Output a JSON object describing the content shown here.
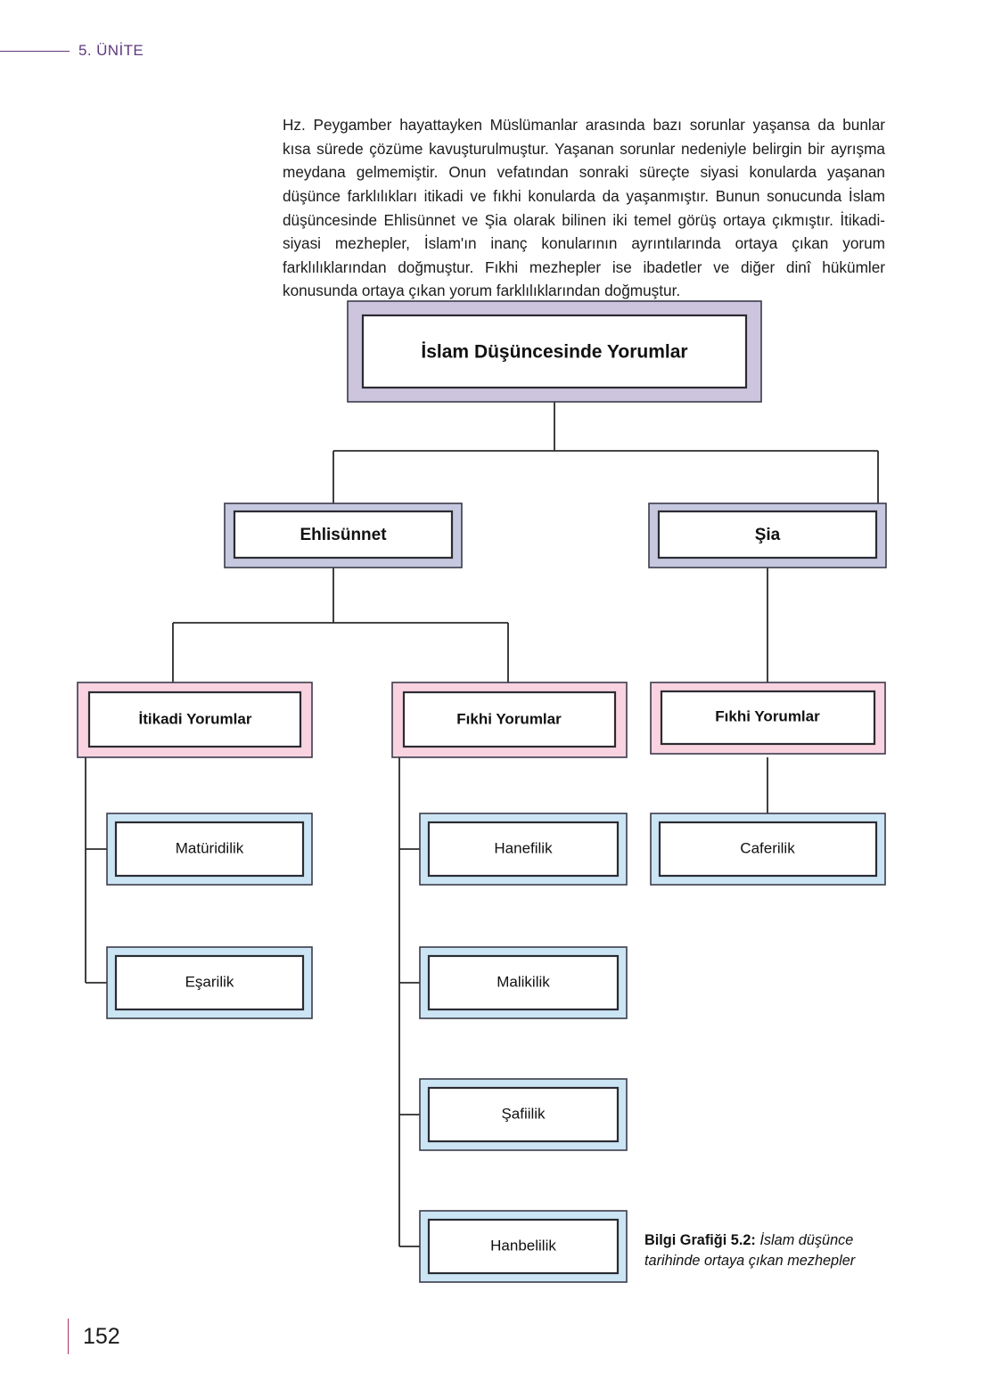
{
  "header": {
    "unit_label": "5. ÜNİTE",
    "rule_color": "#5f3a7e"
  },
  "body": {
    "paragraph": "Hz. Peygamber hayattayken Müslümanlar arasında bazı sorunlar yaşansa da bunlar kısa sürede çözüme kavuşturulmuştur. Yaşanan sorunlar nedeniyle belirgin bir ayrışma meydana gelmemiştir. Onun vefatından sonraki süreçte siyasi konularda yaşanan düşünce farklılıkları itikadi ve fıkhi konularda da yaşanmıştır. Bunun sonucunda İslam düşüncesinde Ehlisünnet ve Şia olarak bilinen iki temel görüş ortaya çıkmıştır. İtikadi-siyasi mezhepler, İslam'ın inanç konularının ayrıntılarında ortaya çıkan yorum farklılıklarından doğmuştur. Fıkhi mezhepler ise ibadetler ve diğer dinî hükümler konusunda ortaya çıkan yorum farklılıklarından doğmuştur."
  },
  "chart_data": {
    "type": "diagram",
    "title": "İslam Düşüncesinde Yorumlar",
    "orientation": "top-down tree",
    "colors": {
      "root_fill": "#cdc5de",
      "level2_fill": "#c5c8de",
      "level3_fill": "#f9d3e0",
      "leaf_fill": "#cbe5f4",
      "inner_fill": "#ffffff",
      "line": "#2b2b2b"
    },
    "nodes": {
      "root": {
        "label": "İslam Düşüncesinde Yorumlar",
        "level": 1
      },
      "level2": [
        {
          "label": "Ehlisünnet",
          "level": 2
        },
        {
          "label": "Şia",
          "level": 2
        }
      ],
      "level3": [
        {
          "label": "İtikadi Yorumlar",
          "level": 3,
          "parent": "Ehlisünnet"
        },
        {
          "label": "Fıkhi Yorumlar",
          "level": 3,
          "parent": "Ehlisünnet"
        },
        {
          "label": "Fıkhi Yorumlar",
          "level": 3,
          "parent": "Şia"
        }
      ],
      "leaves_itikadi": [
        {
          "label": "Matüridilik",
          "level": 4,
          "parent": "İtikadi Yorumlar"
        },
        {
          "label": "Eşarilik",
          "level": 4,
          "parent": "İtikadi Yorumlar"
        }
      ],
      "leaves_fikhi_sunni": [
        {
          "label": "Hanefilik",
          "level": 4,
          "parent": "Fıkhi Yorumlar"
        },
        {
          "label": "Malikilik",
          "level": 4,
          "parent": "Fıkhi Yorumlar"
        },
        {
          "label": "Şafiilik",
          "level": 4,
          "parent": "Fıkhi Yorumlar"
        },
        {
          "label": "Hanbelilik",
          "level": 4,
          "parent": "Fıkhi Yorumlar"
        }
      ],
      "leaves_fikhi_shia": [
        {
          "label": "Caferilik",
          "level": 4,
          "parent": "Fıkhi Yorumlar"
        }
      ]
    }
  },
  "caption": {
    "label": "Bilgi Grafiği 5.2:",
    "text": " İslam düşünce tarihinde ortaya çıkan mezhepler"
  },
  "footer": {
    "page_number": "152",
    "rule_color": "#b5336a"
  }
}
